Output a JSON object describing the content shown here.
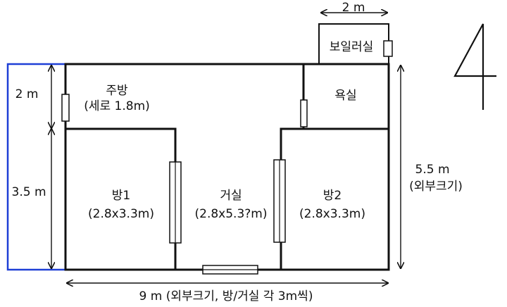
{
  "rooms": {
    "kitchen": {
      "name": "주방",
      "note": "(세로 1.8m)"
    },
    "bath": {
      "name": "욕실"
    },
    "boiler": {
      "name": "보일러실"
    },
    "room1": {
      "name": "방1",
      "size": "(2.8x3.3m)"
    },
    "living": {
      "name": "거실",
      "size": "(2.8x5.3?m)"
    },
    "room2": {
      "name": "방2",
      "size": "(2.8x3.3m)"
    }
  },
  "dimensions": {
    "top": "2 m",
    "left_upper": "2 m",
    "left_lower": "3.5 m",
    "right": "5.5 m",
    "right_note": "(외부크기)",
    "bottom": "9 m (외부크기, 방/거실 각 3m씩)"
  },
  "colors": {
    "wall": "#111111",
    "extension": "#1e3fd6"
  }
}
